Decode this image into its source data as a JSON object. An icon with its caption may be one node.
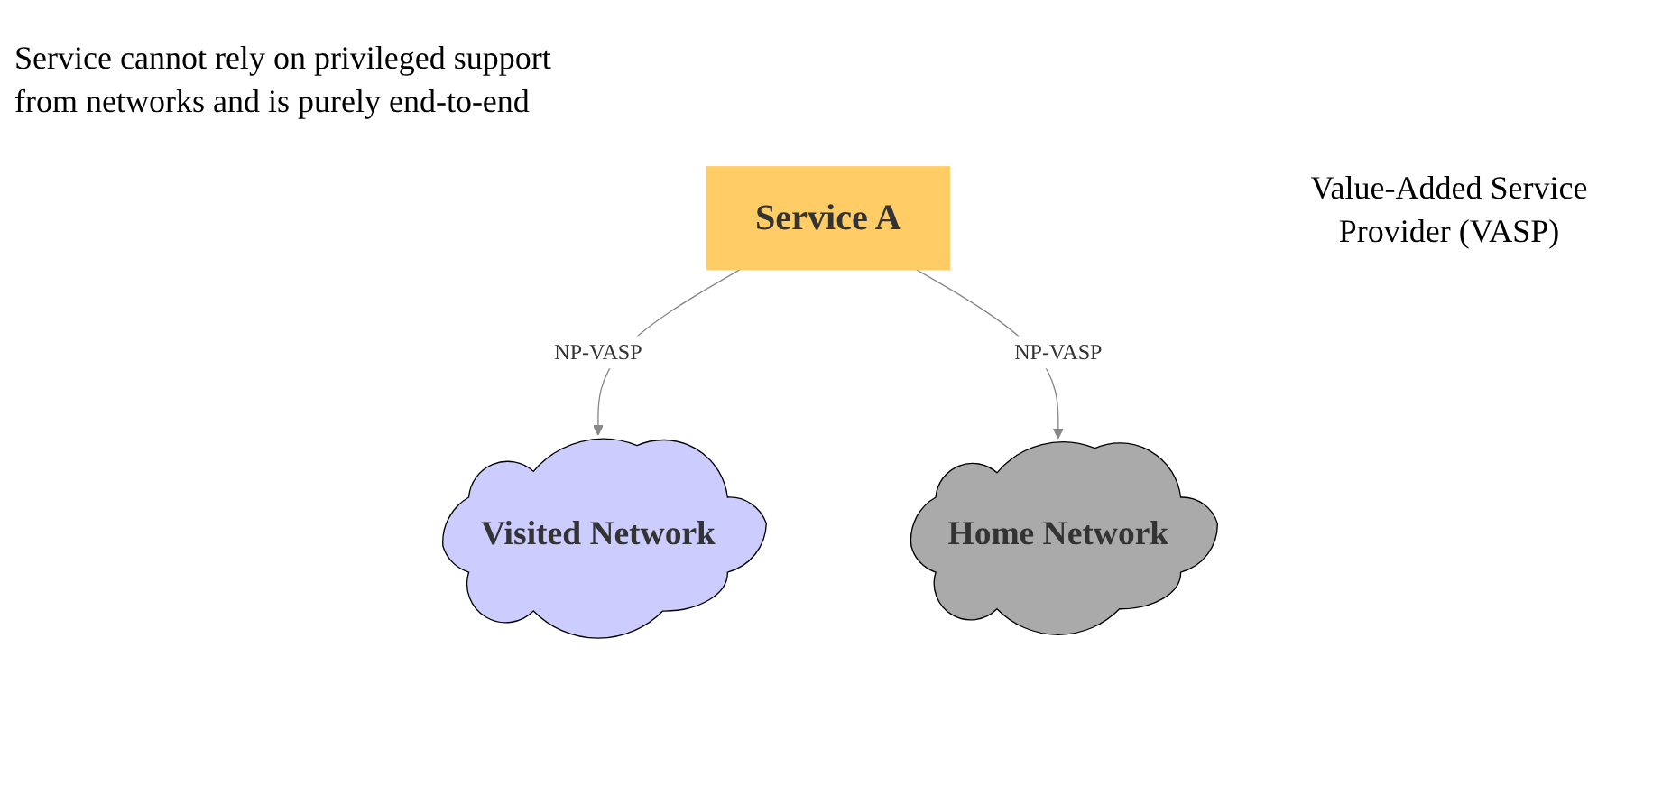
{
  "diagram": {
    "nodes": [
      {
        "text": [
          "Service A"
        ]
      },
      {
        "text": [
          "Visited Network"
        ]
      },
      {
        "text": [
          "Home Network"
        ]
      }
    ],
    "edges": [
      {
        "from": 0,
        "to": 1,
        "arrow": "to",
        "label": "NP-VASP"
      },
      {
        "from": 0,
        "to": 2,
        "arrow": "to",
        "label": "NP-VASP"
      }
    ],
    "labels": [
      "Service cannot rely on privileged support from networks and is purely end-to-end",
      "Value-Added Service Provider (VASP)"
    ]
  }
}
